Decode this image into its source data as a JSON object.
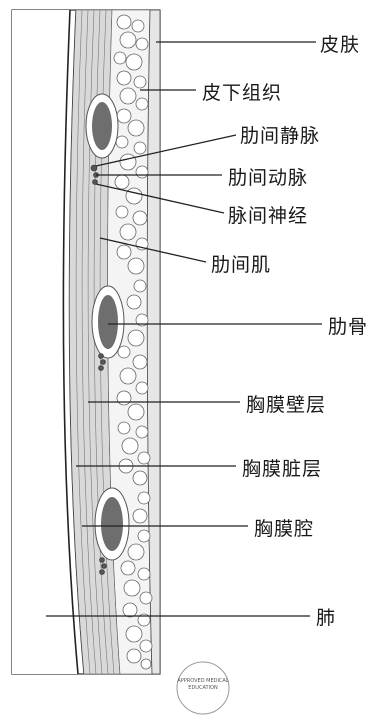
{
  "labels": {
    "skin": "皮肤",
    "subcutaneous": "皮下组织",
    "intercostal_vein": "肋间静脉",
    "intercostal_artery": "肋间动脉",
    "intercostal_nerve": "脉间神经",
    "intercostal_muscle": "肋间肌",
    "rib": "肋骨",
    "parietal_pleura": "胸膜壁层",
    "visceral_pleura": "胸膜脏层",
    "pleural_cavity": "胸膜腔",
    "lung": "肺"
  },
  "stamp": "APPROVED MEDICAL EDUCATION",
  "colors": {
    "line": "#222222",
    "skin_fill": "#e6e6e6",
    "rib_core": "#6e6e6e",
    "vessel": "#555555"
  }
}
